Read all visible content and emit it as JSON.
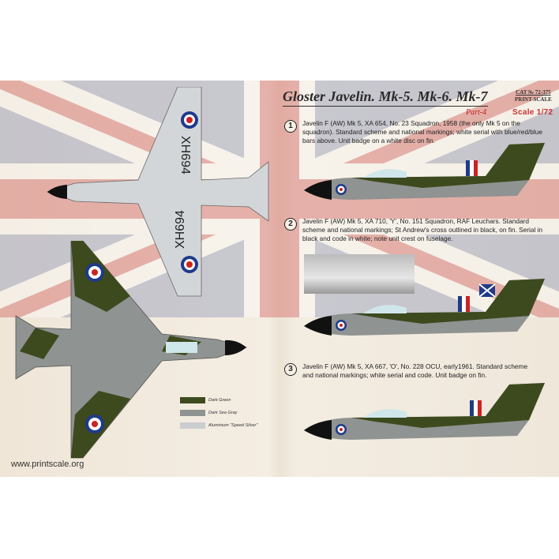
{
  "header": {
    "title": "Gloster Javelin. Mk-5. Mk-6. Mk-7",
    "part": "Part-4",
    "catalog": "CAT № 72-375",
    "brand": "PRINT-SCALE",
    "scale": "Scale 1/72"
  },
  "variants": [
    {
      "number": "1",
      "text": "Javelin F (AW) Mk 5, XA 654, No. 23 Squadron, 1958 (the only Mk 5 on the squadron). Standard scheme and national markings; white serial with blue/red/blue bars above. Unit badge on a white disc on fin."
    },
    {
      "number": "2",
      "text": "Javelin F (AW) Mk 5, XA 710, 'Y', No. 151 Squadron, RAF Leuchars. Standard scheme and national markings; St Andrew's cross outlined in black, on fin. Serial in black and code in white; note unit crest on fuselage."
    },
    {
      "number": "3",
      "text": "Javelin F (AW) Mk 5, XA 667, 'O', No. 228 OCU, early1961. Standard scheme and national markings; white serial and code. Unit badge on fin."
    }
  ],
  "serial_markings": {
    "underside": "XH694"
  },
  "legend": [
    {
      "label": "Dark Green",
      "color": "#3d4a1e"
    },
    {
      "label": "Dark Sea Gray",
      "color": "#8f9391"
    },
    {
      "label": "Aluminium \"Speed Silver\"",
      "color": "#c9cdd0"
    }
  ],
  "footer": {
    "url": "www.printscale.org"
  }
}
